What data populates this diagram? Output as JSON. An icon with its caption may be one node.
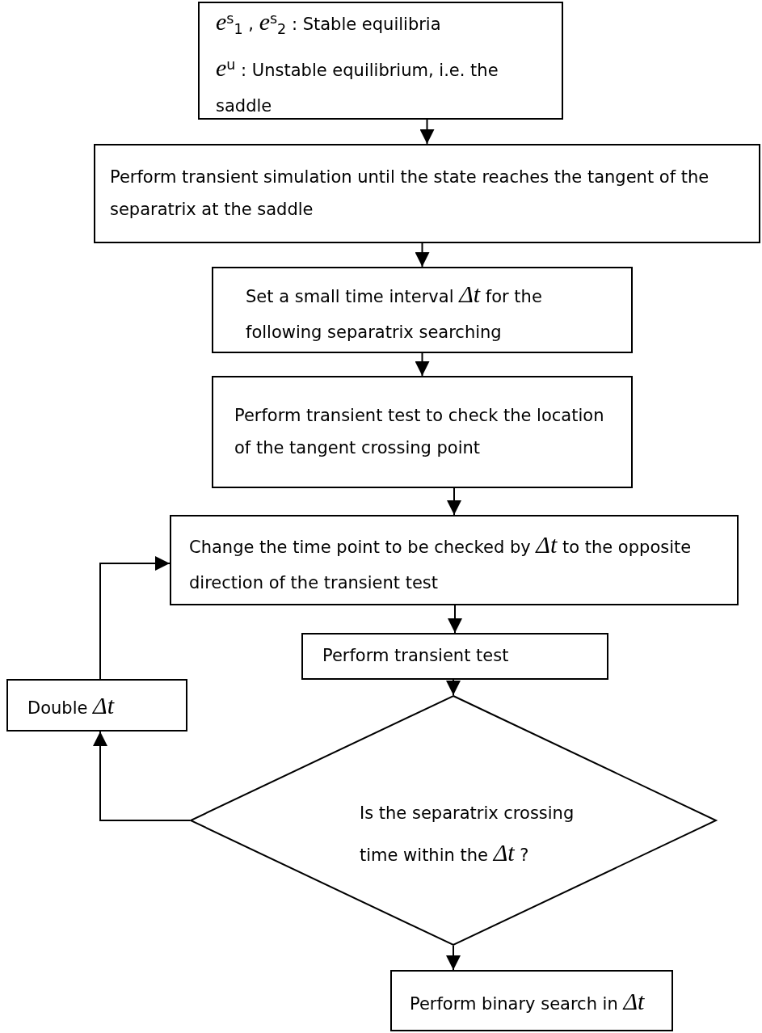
{
  "diagram": {
    "nodes": [
      {
        "text": [
          "*e*$^{s}$$_{1}$ , *e*$^{s}$$_{2}$ : Stable equilibria",
          "*e*$^{u}$ : Unstable equilibrium, i.e. the saddle"
        ]
      },
      {
        "text": [
          "Perform transient simulation until the state reaches the tangent of the separatrix at the saddle"
        ]
      },
      {
        "text": [
          "Set a small time interval *Δt* for the following separatrix searching"
        ]
      },
      {
        "text": [
          "Perform transient test to check the location of the tangent crossing point"
        ]
      },
      {
        "text": [
          "Change the time point to be checked by *Δt* to the opposite direction of the transient test"
        ]
      },
      {
        "text": [
          "Perform transient test"
        ]
      },
      {
        "text": [
          "Is the separatrix crossing time within the *Δt* ?"
        ]
      },
      {
        "text": [
          "Double *Δt*"
        ]
      },
      {
        "text": [
          "Perform binary search in *Δt*"
        ]
      }
    ],
    "edges": [
      {
        "from": 0,
        "to": 1,
        "arrow": "to"
      },
      {
        "from": 1,
        "to": 2,
        "arrow": "to"
      },
      {
        "from": 2,
        "to": 3,
        "arrow": "to"
      },
      {
        "from": 3,
        "to": 4,
        "arrow": "to"
      },
      {
        "from": 4,
        "to": 5,
        "arrow": "to"
      },
      {
        "from": 5,
        "to": 6,
        "arrow": "to"
      },
      {
        "from": 6,
        "to": 8,
        "arrow": "to"
      },
      {
        "from": 6,
        "to": 7,
        "arrow": "to"
      },
      {
        "from": 7,
        "to": 4,
        "arrow": "to"
      }
    ]
  }
}
